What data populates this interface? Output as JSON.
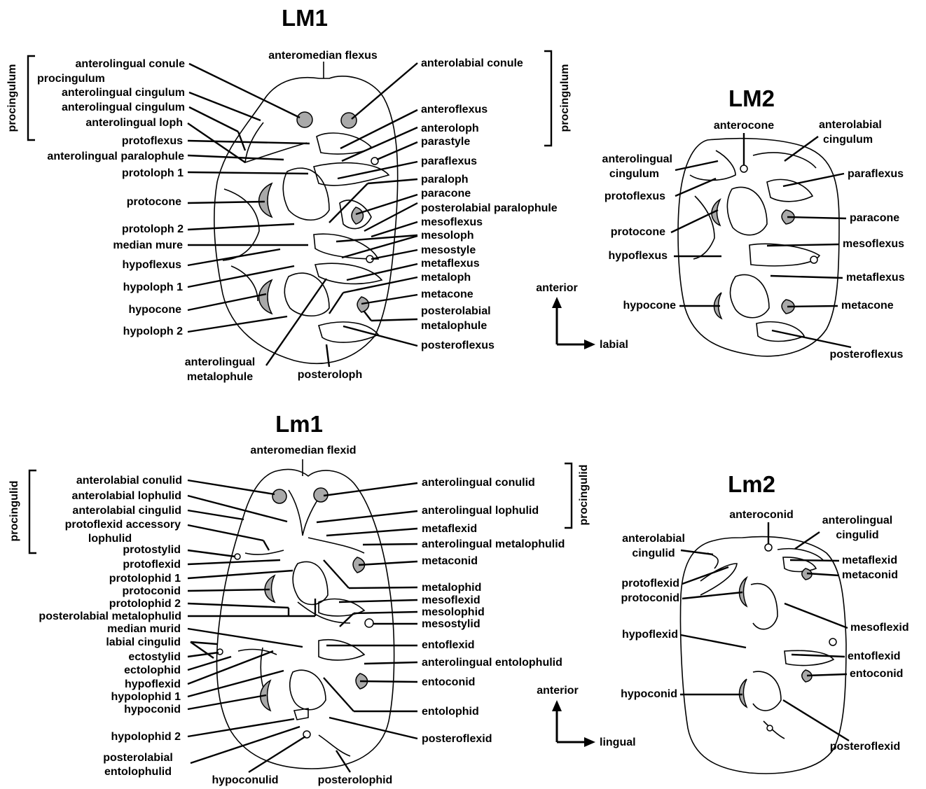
{
  "titles": {
    "LM1": "LM1",
    "LM2": "LM2",
    "Lm1": "Lm1",
    "Lm2": "Lm2"
  },
  "LM1": {
    "anteromedian_flexus": "anteromedian flexus",
    "left": {
      "procingulum_bracket": "procingulum",
      "anterolingual_conule": "anterolingual conule",
      "procingulum": "procingulum",
      "anterolingual_cingulum_1": "anterolingual cingulum",
      "anterolingual_cingulum_2": "anterolingual cingulum",
      "anterolingual_loph": "anterolingual loph",
      "protoflexus": "protoflexus",
      "anterolingual_paralophule": "anterolingual paralophule",
      "protoloph_1": "protoloph 1",
      "protocone": "protocone",
      "protoloph_2": "protoloph 2",
      "median_mure": "median mure",
      "hypoflexus": "hypoflexus",
      "hypoloph_1": "hypoloph 1",
      "hypocone": "hypocone",
      "hypoloph_2": "hypoloph 2"
    },
    "right": {
      "anterolabial_conule": "anterolabial conule",
      "procingulum_bracket": "procingulum",
      "anteroflexus": "anteroflexus",
      "anteroloph": "anteroloph",
      "parastyle": "parastyle",
      "paraflexus": "paraflexus",
      "paraloph": "paraloph",
      "paracone": "paracone",
      "posterolabial_paralophule": "posterolabial paralophule",
      "mesoflexus": "mesoflexus",
      "mesoloph": "mesoloph",
      "mesostyle": "mesostyle",
      "metaflexus": "metaflexus",
      "metaloph": "metaloph",
      "metacone": "metacone",
      "posterolabial_metalophule_a": "posterolabial",
      "posterolabial_metalophule_b": "metalophule",
      "posteroflexus": "posteroflexus"
    },
    "bottom": {
      "anterolingual_metalophule_a": "anterolingual",
      "anterolingual_metalophule_b": "metalophule",
      "posteroloph": "posteroloph"
    }
  },
  "LM2": {
    "anterocone": "anterocone",
    "anterolabial_cingulum_a": "anterolabial",
    "anterolabial_cingulum_b": "cingulum",
    "anterolingual_cingulum_a": "anterolingual",
    "anterolingual_cingulum_b": "cingulum",
    "protoflexus": "protoflexus",
    "protocone": "protocone",
    "hypoflexus": "hypoflexus",
    "hypocone": "hypocone",
    "paraflexus": "paraflexus",
    "paracone": "paracone",
    "mesoflexus": "mesoflexus",
    "metaflexus": "metaflexus",
    "metacone": "metacone",
    "posteroflexus": "posteroflexus"
  },
  "upper_compass": {
    "anterior": "anterior",
    "lateral": "labial"
  },
  "Lm1": {
    "anteromedian_flexid": "anteromedian flexid",
    "left": {
      "procingulid_bracket": "procingulid",
      "anterolabial_conulid": "anterolabial conulid",
      "anterolabial_lophulid": "anterolabial lophulid",
      "anterolabial_cingulid": "anterolabial cingulid",
      "protoflexid_accessory_a": "protoflexid accessory",
      "protoflexid_accessory_b": "lophulid",
      "protostylid": "protostylid",
      "protoflexid": "protoflexid",
      "protolophid_1": "protolophid 1",
      "protoconid": "protoconid",
      "protolophid_2": "protolophid 2",
      "posterolabial_metalophulid": "posterolabial metalophulid",
      "median_murid": "median murid",
      "labial_cingulid": "labial cingulid",
      "ectostylid": "ectostylid",
      "ectolophid": "ectolophid",
      "hypoflexid": "hypoflexid",
      "hypolophid_1": "hypolophid 1",
      "hypoconid": "hypoconid",
      "hypolophid_2": "hypolophid 2",
      "posterolabial_entolophulid_a": "posterolabial",
      "posterolabial_entolophulid_b": "entolophulid"
    },
    "right": {
      "anterolingual_conulid": "anterolingual conulid",
      "procingulid_bracket": "procingulid",
      "anterolingual_lophulid": "anterolingual lophulid",
      "metaflexid": "metaflexid",
      "anterolingual_metalophulid": "anterolingual metalophulid",
      "metaconid": "metaconid",
      "metalophid": "metalophid",
      "mesoflexid": "mesoflexid",
      "mesolophid": "mesolophid",
      "mesostylid": "mesostylid",
      "entoflexid": "entoflexid",
      "anterolingual_entolophulid": "anterolingual entolophulid",
      "entoconid": "entoconid",
      "entolophid": "entolophid",
      "posteroflexid": "posteroflexid"
    },
    "bottom": {
      "hypoconulid": "hypoconulid",
      "posterolophid": "posterolophid"
    }
  },
  "Lm2": {
    "anteroconid": "anteroconid",
    "anterolingual_cingulid_a": "anterolingual",
    "anterolingual_cingulid_b": "cingulid",
    "anterolabial_cingulid_a": "anterolabial",
    "anterolabial_cingulid_b": "cingulid",
    "protoflexid": "protoflexid",
    "protoconid": "protoconid",
    "hypoflexid": "hypoflexid",
    "hypoconid": "hypoconid",
    "metaflexid": "metaflexid",
    "metaconid": "metaconid",
    "mesoflexid": "mesoflexid",
    "entoflexid": "entoflexid",
    "entoconid": "entoconid",
    "posteroflexid": "posteroflexid"
  },
  "lower_compass": {
    "anterior": "anterior",
    "lateral": "lingual"
  }
}
